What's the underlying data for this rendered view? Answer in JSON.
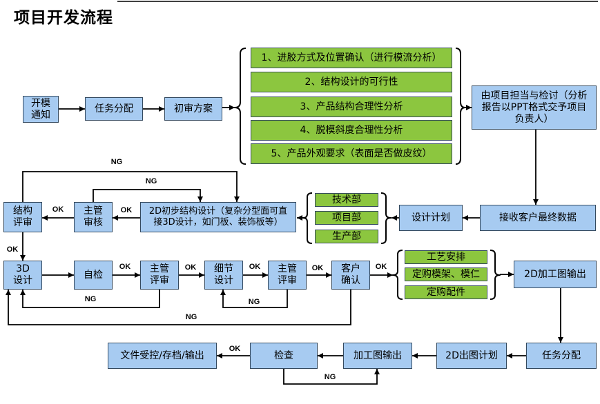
{
  "title": "项目开发流程",
  "colors": {
    "process_box": "#a7cbf1",
    "checklist_box": "#8cc63f",
    "box_border": "#34495e",
    "connector": "#000000"
  },
  "nodes": {
    "mold_notice": "开模\n通知",
    "task_assign_1": "任务分配",
    "initial_review": "初审方案",
    "project_review": "由项目担当与检讨（分析\n报告以PPT格式交予项目\n负责人）",
    "receive_customer_data": "接收客户最终数据",
    "design_plan": "设计计划",
    "prelim_2d_design": "2D初步结构设计（复杂分型面可直\n接3D设计，如门板、装饰板等）",
    "supervisor_audit": "主管\n审核",
    "structure_review": "结构\n评审",
    "design_3d": "3D\n设计",
    "self_check": "自检",
    "supervisor_review_1": "主管\n评审",
    "detail_design": "细节\n设计",
    "supervisor_review_2": "主管\n评审",
    "customer_confirm": "客户\n确认",
    "output_2d_machining": "2D加工图输出",
    "task_assign_2": "任务分配",
    "plan_2d_drawing": "2D出图计划",
    "machining_output": "加工图输出",
    "inspection": "检查",
    "document_control": "文件受控/存档/输出"
  },
  "review_items": [
    "1、进胶方式及位置确认（进行模流分析）",
    "2、结构设计的可行性",
    "3、产品结构合理性分析",
    "4、脱模斜度合理性分析",
    "5、产品外观要求（表面是否做皮纹）"
  ],
  "departments": [
    "技术部",
    "项目部",
    "生产部"
  ],
  "procurement_items": [
    "工艺安排",
    "定购模架、模仁",
    "定购配件"
  ],
  "edge_labels": {
    "prelim_2d_to_supervisor_audit": "OK",
    "supervisor_audit_to_structure_review": "OK",
    "supervisor_audit_reject": "NG",
    "structure_review_reject": "NG",
    "structure_review_to_3d": "OK",
    "self_check_to_review_1": "OK",
    "review_1_to_detail": "OK",
    "detail_to_review_2": "OK",
    "review_2_to_customer": "OK",
    "customer_to_procurement": "OK",
    "review_1_reject": "NG",
    "review_2_reject": "NG",
    "customer_reject": "NG",
    "inspection_to_document_control": "OK",
    "inspection_reject": "NG"
  }
}
